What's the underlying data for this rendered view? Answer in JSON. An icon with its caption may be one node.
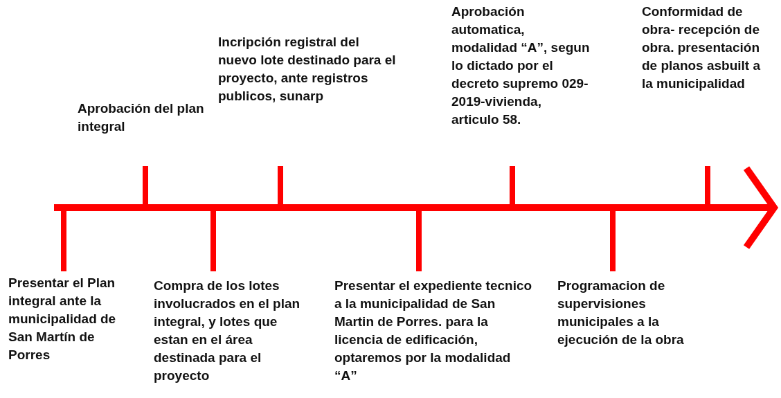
{
  "diagram": {
    "labels": [
      "Presentar el Plan integral ante la municipalidad de San Martín de Porres",
      "Aprobación del plan integral",
      "Compra de los lotes involucrados en el plan integral, y lotes que estan en el área destinada para el proyecto",
      "Incripción registral del nuevo lote destinado para el proyecto, ante registros publicos, sunarp",
      "Presentar el expediente tecnico a la municipalidad de San Martin de Porres. para la licencia de edificación, optaremos por la modalidad “A”",
      "Aprobación automatica, modalidad “A”, segun lo dictado por el decreto supremo 029-2019-vivienda, articulo 58.",
      "Programacion de supervisiones municipales a la ejecución de la obra",
      "Conformidad de obra- recepción de obra. presentación de planos asbuilt a la municipalidad"
    ]
  }
}
